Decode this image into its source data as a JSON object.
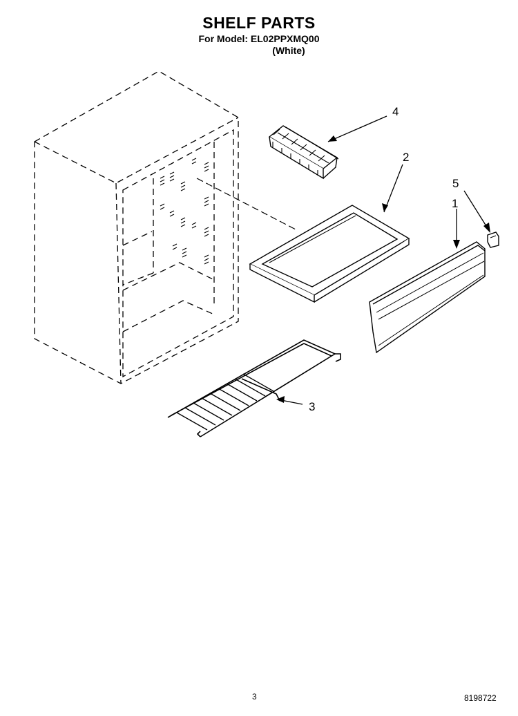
{
  "header": {
    "title": "SHELF PARTS",
    "model_line": "For Model: EL02PPXMQ00",
    "color": "(White)"
  },
  "callouts": [
    "1",
    "2",
    "3",
    "4",
    "5"
  ],
  "footer": {
    "page_number": "3",
    "document_number": "8198722"
  }
}
